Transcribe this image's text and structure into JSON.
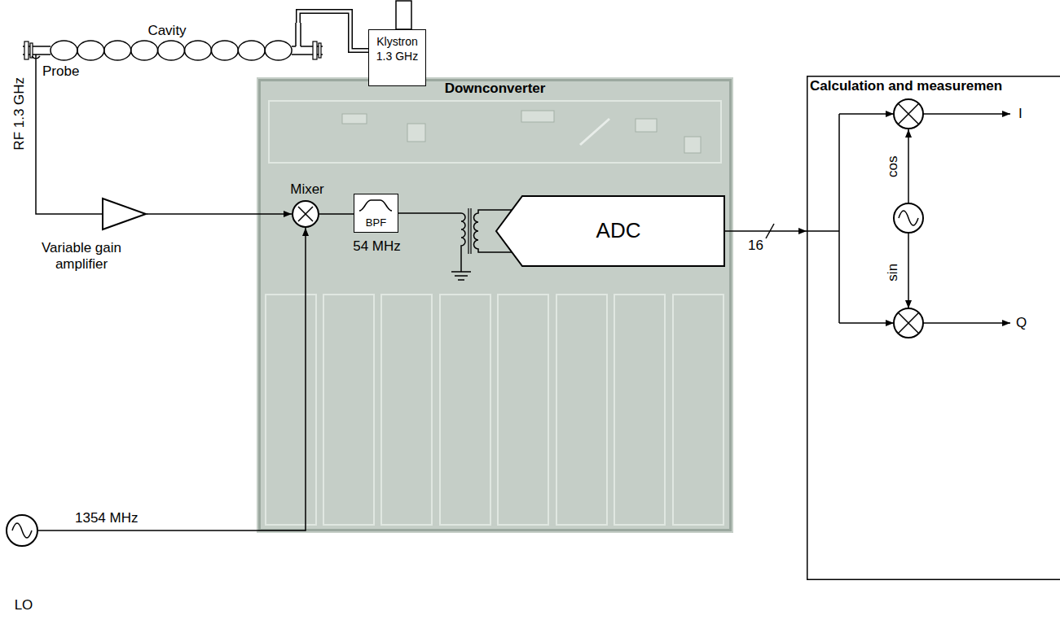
{
  "diagram": {
    "nodes": [
      {
        "text": [
          "Klystron 1.3 GHz"
        ]
      },
      {
        "text": [
          "Cavity"
        ]
      },
      {
        "text": [
          "Variable gain amplifier"
        ]
      },
      {
        "text": [
          "Downconverter"
        ]
      },
      {
        "text": [
          "Mixer"
        ],
        "in": 3
      },
      {
        "text": [
          "BPF",
          "54 MHz"
        ],
        "in": 3
      },
      {
        "text": [
          "ADC"
        ],
        "in": 3
      },
      {
        "text": [
          "LO"
        ]
      },
      {
        "text": [
          "Calculation and measuremen"
        ]
      }
    ],
    "edges": [
      {
        "from": 0,
        "to": 1,
        "arrow": "none"
      },
      {
        "from": 1,
        "to": 2,
        "label": "RF 1.3 GHz",
        "arrow": "none"
      },
      {
        "from": 2,
        "to": 4,
        "arrow": "to"
      },
      {
        "from": 7,
        "to": 4,
        "label": "1354 MHz",
        "arrow": "to"
      },
      {
        "from": 4,
        "to": 5,
        "arrow": "none"
      },
      {
        "from": 5,
        "to": 6,
        "arrow": "none"
      },
      {
        "from": 6,
        "to": 8,
        "label": "16",
        "arrow": "to"
      }
    ],
    "labels": [
      "Probe",
      "cos",
      "sin",
      "I",
      "Q"
    ]
  }
}
